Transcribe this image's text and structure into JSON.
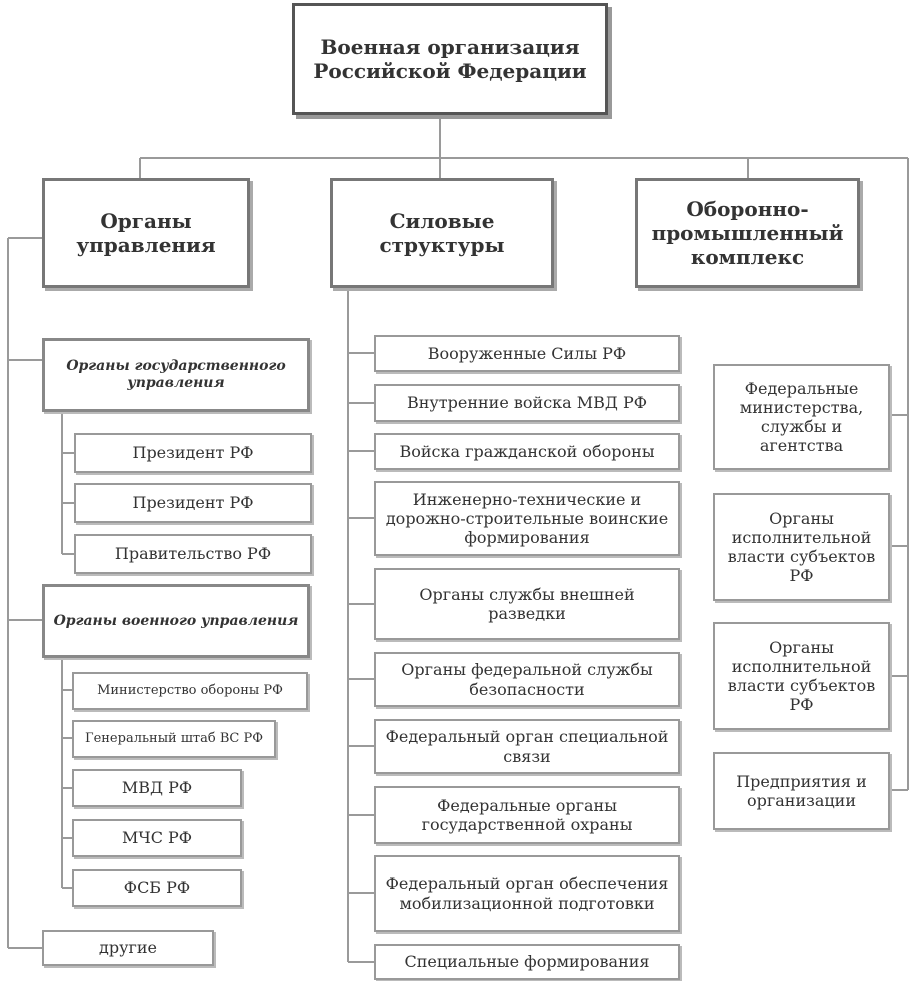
{
  "root": {
    "label": "Военная организация Российской Федерации"
  },
  "branches": [
    {
      "label": "Органы управления",
      "groups": [
        {
          "label": "Органы государственного управления",
          "items": [
            "Президент РФ",
            "Президент РФ",
            "Правительство РФ"
          ]
        },
        {
          "label": "Органы военного управления",
          "items": [
            "Министерство обороны РФ",
            "Генеральный штаб ВС РФ",
            "МВД РФ",
            "МЧС РФ",
            "ФСБ РФ"
          ]
        }
      ],
      "tail": "другие"
    },
    {
      "label": "Силовые структуры",
      "items": [
        "Вооруженные Силы РФ",
        "Внутренние войска МВД РФ",
        "Войска гражданской обороны",
        "Инженерно-технические и дорожно-строительные воинские формирования",
        "Органы службы внешней разведки",
        "Органы федеральной службы безопасности",
        "Федеральный орган специальной связи",
        "Федеральные органы государственной охраны",
        "Федеральный орган обеспечения мобилизационной подготовки",
        "Специальные формирования"
      ]
    },
    {
      "label": "Оборонно-промышленный комплекс",
      "items": [
        "Федеральные министерства, службы и агентства",
        "Органы исполнительной власти субъектов РФ",
        "Органы исполнительной власти субъектов РФ",
        "Предприятия и организации"
      ]
    }
  ]
}
